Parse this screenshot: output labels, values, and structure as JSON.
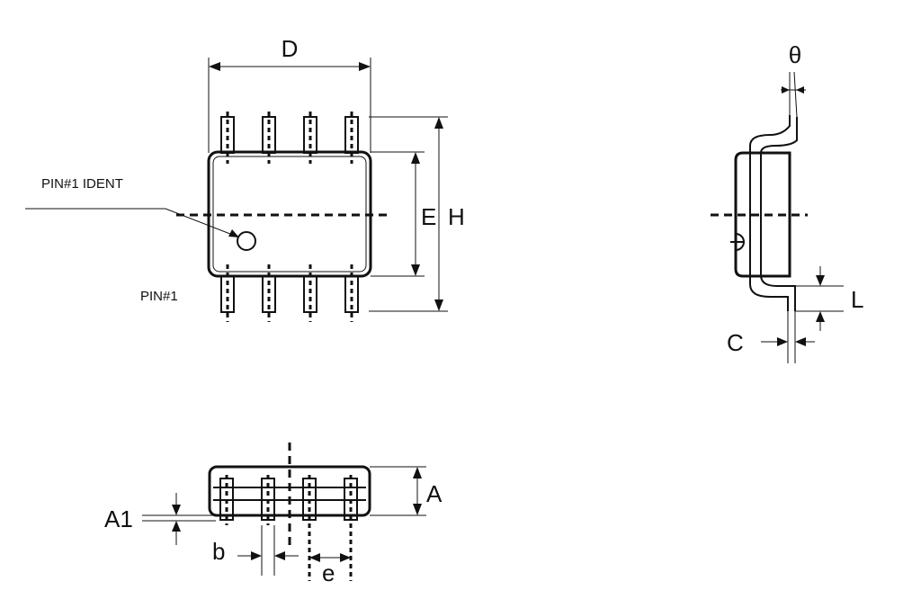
{
  "labels": {
    "D": "D",
    "E": "E",
    "H": "H",
    "pin1_ident": "PIN#1 IDENT",
    "pin1": "PIN#1",
    "theta": "θ",
    "L": "L",
    "C": "C",
    "A": "A",
    "A1": "A1",
    "b": "b",
    "e": "e"
  }
}
